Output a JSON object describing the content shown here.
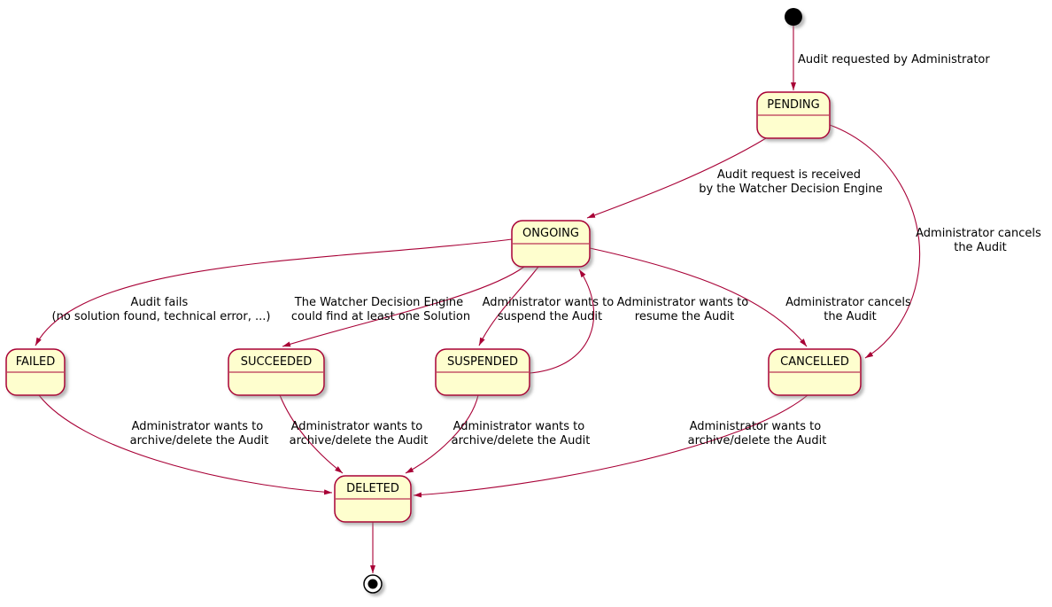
{
  "diagram": {
    "type": "state-diagram",
    "states": {
      "pending": "PENDING",
      "ongoing": "ONGOING",
      "failed": "FAILED",
      "succeeded": "SUCCEEDED",
      "suspended": "SUSPENDED",
      "cancelled": "CANCELLED",
      "deleted": "DELETED"
    },
    "edges": {
      "init_pending": [
        "Audit requested by Administrator"
      ],
      "pending_ongoing": [
        "Audit request is received",
        "by the Watcher Decision Engine"
      ],
      "pending_cancelled": [
        "Administrator cancels",
        "the Audit"
      ],
      "ongoing_failed": [
        "Audit fails",
        "(no solution found, technical error, ...)"
      ],
      "ongoing_succeeded": [
        "The Watcher Decision Engine",
        "could find at least one Solution"
      ],
      "ongoing_suspended": [
        "Administrator wants to",
        "suspend the Audit"
      ],
      "suspended_ongoing": [
        "Administrator wants to",
        "resume the Audit"
      ],
      "ongoing_cancelled": [
        "Administrator cancels",
        "the Audit"
      ],
      "failed_deleted": [
        "Administrator wants to",
        "archive/delete the Audit"
      ],
      "succeeded_deleted": [
        "Administrator wants to",
        "archive/delete the Audit"
      ],
      "suspended_deleted": [
        "Administrator wants to",
        "archive/delete the Audit"
      ],
      "cancelled_deleted": [
        "Administrator wants to",
        "archive/delete the Audit"
      ]
    },
    "colors": {
      "state_fill": "#FEFECE",
      "state_border": "#A80036",
      "arrow": "#A80036",
      "text": "#000000",
      "background": "#FFFFFF"
    }
  }
}
